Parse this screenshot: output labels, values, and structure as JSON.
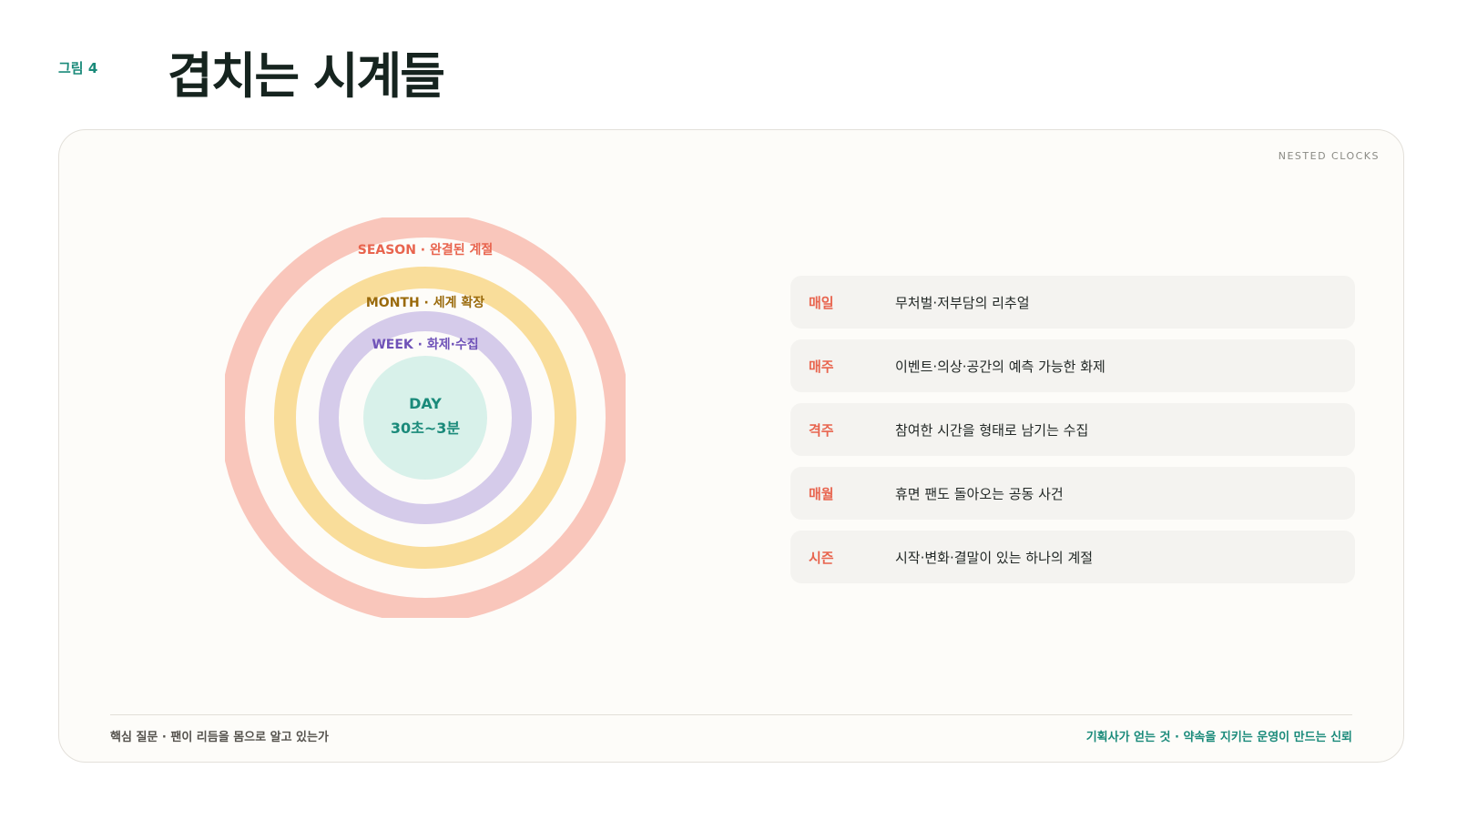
{
  "header": {
    "figure_label": "그림 4",
    "title": "겹치는 시계들"
  },
  "panel": {
    "corner_tag": "NESTED CLOCKS"
  },
  "rings": [
    {
      "id": "season",
      "label": "SEASON · 완결된 계절",
      "ring_color": "#f9c6bb",
      "label_color": "#e8644e"
    },
    {
      "id": "month",
      "label": "MONTH · 세계 확장",
      "ring_color": "#f9dd9a",
      "label_color": "#9a6a0c"
    },
    {
      "id": "week",
      "label": "WEEK · 화제·수집",
      "ring_color": "#d5cbea",
      "label_color": "#6f52b8"
    }
  ],
  "core": {
    "line1": "DAY",
    "line2": "30초~3분",
    "fill_color": "#d8f1ea",
    "text_color": "#1a8a7a"
  },
  "rhythm_list": [
    {
      "key": "매일",
      "desc": "무처벌·저부담의 리추얼"
    },
    {
      "key": "매주",
      "desc": "이벤트·의상·공간의 예측 가능한 화제"
    },
    {
      "key": "격주",
      "desc": "참여한 시간을 형태로 남기는 수집"
    },
    {
      "key": "매월",
      "desc": "휴면 팬도 돌아오는 공동 사건"
    },
    {
      "key": "시즌",
      "desc": "시작·변화·결말이 있는 하나의 계절"
    }
  ],
  "footer": {
    "left": "핵심 질문 · 팬이 리듬을 몸으로 알고 있는가",
    "right": "기획사가 얻는 것 · 약속을 지키는 운영이 만드는 신뢰"
  }
}
